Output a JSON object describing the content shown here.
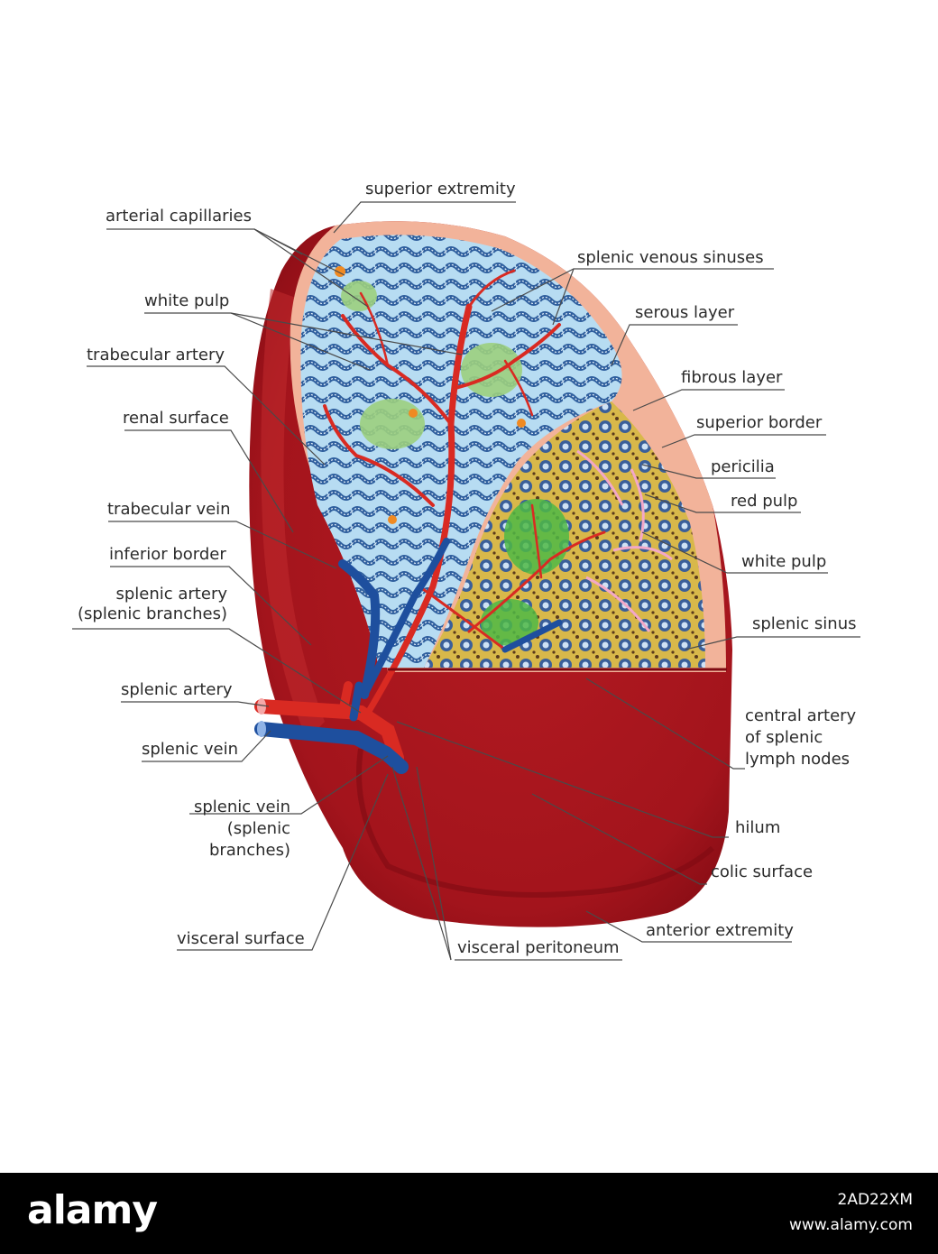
{
  "colors": {
    "background": "#ffffff",
    "spleen_red": "#a3141c",
    "spleen_shadow": "#7e0a12",
    "capsule": "#f2b39a",
    "white_pulp_bg": "#b7dcf2",
    "sinus_blue": "#2f5f9e",
    "artery_red": "#d92a22",
    "vein_blue": "#1e4f9e",
    "lymph_green": "#9ccf7e",
    "red_pulp_yellow": "#d8b84a",
    "footer_bg": "#000000"
  },
  "labels": {
    "superior_extremity": "superior extremity",
    "arterial_capillaries": "arterial capillaries",
    "splenic_venous_sinuses": "splenic venous sinuses",
    "white_pulp_left": "white pulp",
    "serous_layer": "serous layer",
    "trabecular_artery": "trabecular artery",
    "fibrous_layer": "fibrous layer",
    "renal_surface": "renal surface",
    "superior_border": "superior border",
    "pericilia": "pericilia",
    "red_pulp": "red pulp",
    "trabecular_vein": "trabecular vein",
    "white_pulp_right": "white pulp",
    "inferior_border": "inferior border",
    "splenic_artery_branches": "splenic artery\n(splenic branches)",
    "splenic_sinus": "splenic sinus",
    "splenic_artery": "splenic artery",
    "central_artery": "central artery\nof splenic\nlymph nodes",
    "splenic_vein": "splenic vein",
    "splenic_vein_branches": "splenic vein\n(splenic\nbranches)",
    "hilum": "hilum",
    "colic_surface": "colic surface",
    "anterior_extremity": "anterior extremity",
    "visceral_surface": "visceral surface",
    "visceral_peritoneum": "visceral peritoneum"
  },
  "footer": {
    "brand": "alamy",
    "image_id": "2AD22XM",
    "site": "www.alamy.com"
  }
}
